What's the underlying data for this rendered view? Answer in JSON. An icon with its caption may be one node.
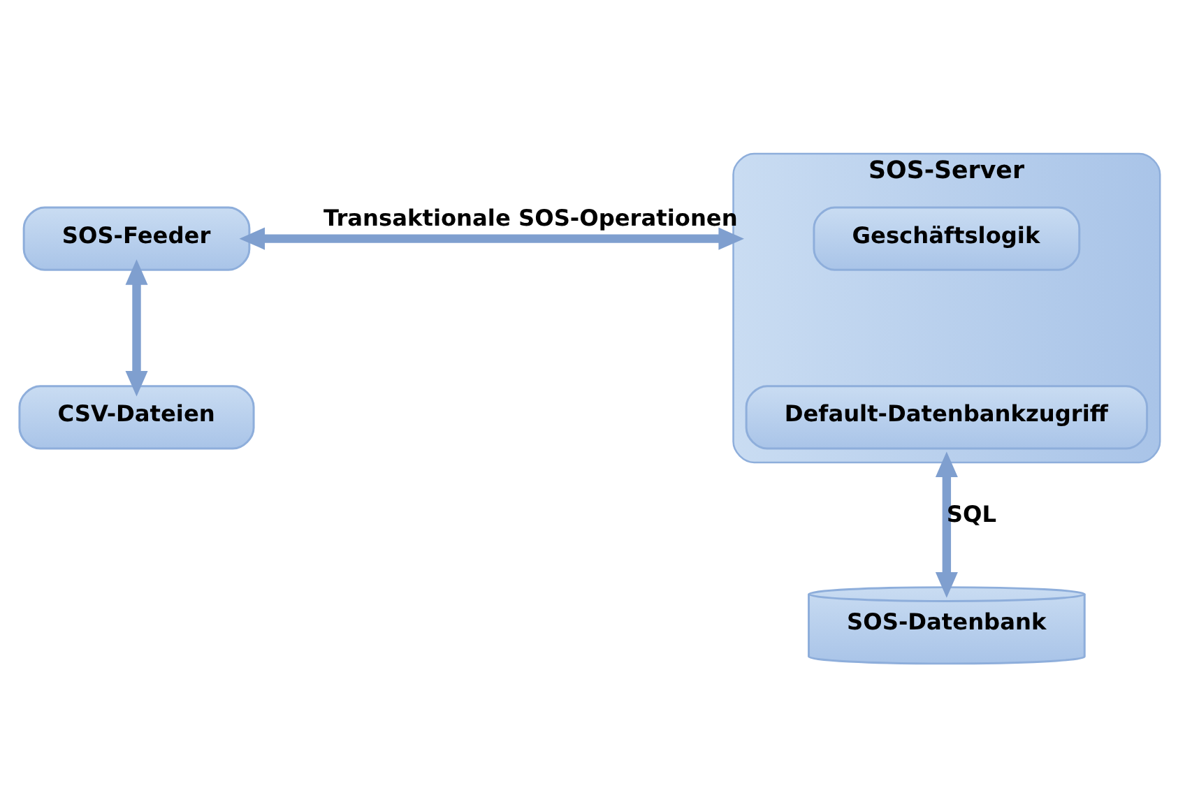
{
  "diagram": {
    "nodes": [
      {
        "text": [
          "SOS-Feeder"
        ]
      },
      {
        "text": [
          "CSV-Dateien"
        ]
      },
      {
        "text": [
          "SOS-Server"
        ]
      },
      {
        "text": [
          "Geschäftslogik"
        ],
        "in": 2
      },
      {
        "text": [
          "Default-Datenbankzugriff"
        ],
        "in": 2
      },
      {
        "text": [
          "SOS-Datenbank"
        ]
      }
    ],
    "edges": [
      {
        "from": 0,
        "to": 2,
        "arrow": "both",
        "label": "Transaktionale SOS-Operationen"
      },
      {
        "from": 0,
        "to": 1,
        "arrow": "both"
      },
      {
        "from": 2,
        "to": 5,
        "arrow": "both",
        "label": "SQL"
      }
    ]
  }
}
